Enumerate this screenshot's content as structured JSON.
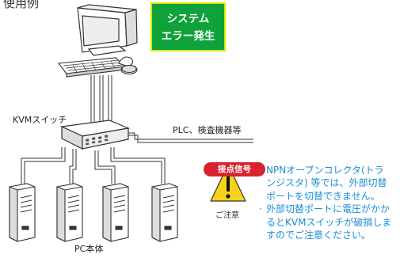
{
  "heading": "使用例",
  "monitor_callout": {
    "line1": "システム",
    "line2": "エラー発生"
  },
  "labels": {
    "kvm_switch": "KVMスイッチ",
    "plc": "PLC、検査機器等",
    "contact_signal": "接点信号",
    "pc_unit": "PC本体",
    "caution": "ご注意"
  },
  "notes": [
    {
      "bullet": "·",
      "lines": [
        "NPNオープンコレクタ(トラ",
        "ンジスタ) 等では、外部切替",
        "ポートを切替できません。"
      ]
    },
    {
      "bullet": "·",
      "lines": [
        "外部切替ポートに電圧がかか",
        "るとKVMスイッチが破損しま",
        "すのでご注意ください。"
      ]
    }
  ],
  "colors": {
    "callout_bg": "#0fa13a",
    "callout_border": "#d9e800",
    "badge_bg": "#d8222e",
    "notes_text": "#1a8ed8",
    "warning_fill": "#f7d21c"
  },
  "icons": [
    "warning-icon",
    "monitor-icon",
    "keyboard-icon",
    "mouse-icon",
    "kvm-switch-icon",
    "pc-tower-icon"
  ]
}
